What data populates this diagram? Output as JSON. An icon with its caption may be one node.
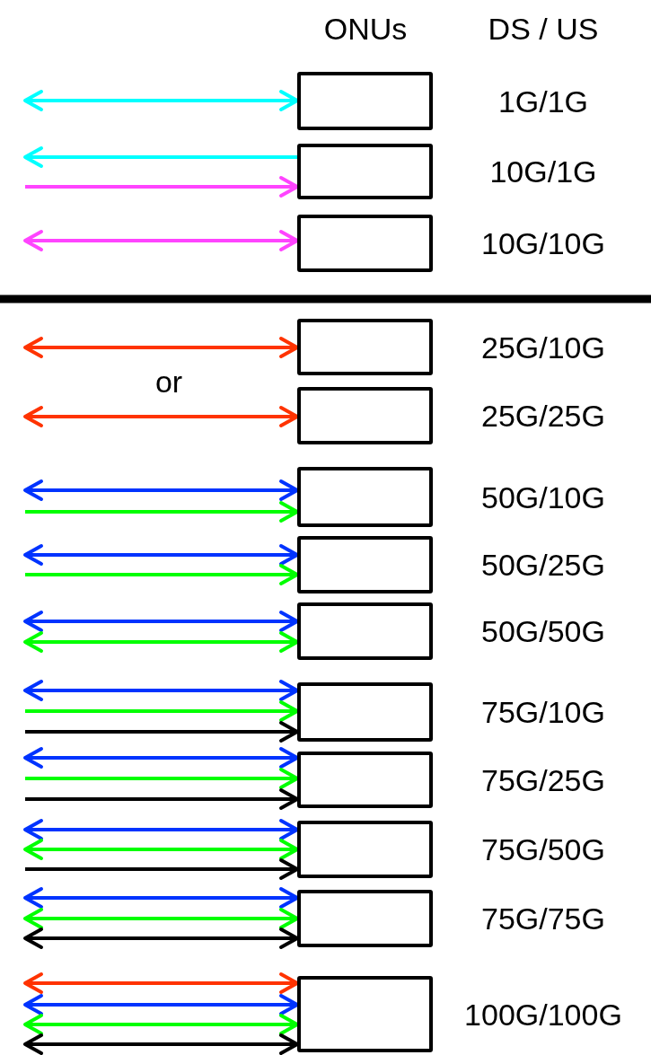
{
  "diagram": {
    "nodes": [
      {
        "text": [],
        "shape": "box",
        "beside": [
          "1G/1G"
        ]
      },
      {
        "text": [],
        "shape": "box",
        "beside": [
          "10G/1G"
        ]
      },
      {
        "text": [],
        "shape": "box",
        "beside": [
          "10G/10G"
        ]
      },
      {
        "text": [],
        "shape": "box",
        "beside": [
          "25G/10G"
        ]
      },
      {
        "text": [],
        "shape": "box",
        "beside": [
          "25G/25G"
        ]
      },
      {
        "text": [],
        "shape": "box",
        "beside": [
          "50G/10G"
        ]
      },
      {
        "text": [],
        "shape": "box",
        "beside": [
          "50G/25G"
        ]
      },
      {
        "text": [],
        "shape": "box",
        "beside": [
          "50G/50G"
        ]
      },
      {
        "text": [],
        "shape": "box",
        "beside": [
          "75G/10G"
        ]
      },
      {
        "text": [],
        "shape": "box",
        "beside": [
          "75G/25G"
        ]
      },
      {
        "text": [],
        "shape": "box",
        "beside": [
          "75G/50G"
        ]
      },
      {
        "text": [],
        "shape": "box",
        "beside": [
          "75G/75G"
        ]
      },
      {
        "text": [],
        "shape": "box",
        "beside": [
          "100G/100G"
        ]
      }
    ],
    "edges": [
      {
        "from": null,
        "to": 0,
        "arrow": "both",
        "color": "#00ffff"
      },
      {
        "from": 1,
        "to": null,
        "arrow": "to",
        "color": "#00ffff"
      },
      {
        "from": null,
        "to": 1,
        "arrow": "to",
        "color": "#ff44ff"
      },
      {
        "from": null,
        "to": 2,
        "arrow": "both",
        "color": "#ff44ff"
      },
      {
        "from": null,
        "to": 3,
        "arrow": "both",
        "color": "#ff3300"
      },
      {
        "from": null,
        "to": 4,
        "arrow": "both",
        "color": "#ff3300"
      },
      {
        "from": null,
        "to": 5,
        "arrow": "both",
        "color": "#0033ff"
      },
      {
        "from": null,
        "to": 5,
        "arrow": "to",
        "color": "#00ff00"
      },
      {
        "from": null,
        "to": 6,
        "arrow": "both",
        "color": "#0033ff"
      },
      {
        "from": null,
        "to": 6,
        "arrow": "to",
        "color": "#00ff00"
      },
      {
        "from": null,
        "to": 7,
        "arrow": "both",
        "color": "#0033ff"
      },
      {
        "from": null,
        "to": 7,
        "arrow": "both",
        "color": "#00ff00"
      },
      {
        "from": null,
        "to": 8,
        "arrow": "both",
        "color": "#0033ff"
      },
      {
        "from": null,
        "to": 8,
        "arrow": "to",
        "color": "#00ff00"
      },
      {
        "from": null,
        "to": 8,
        "arrow": "to",
        "color": "#000000"
      },
      {
        "from": null,
        "to": 9,
        "arrow": "both",
        "color": "#0033ff"
      },
      {
        "from": null,
        "to": 9,
        "arrow": "to",
        "color": "#00ff00"
      },
      {
        "from": null,
        "to": 9,
        "arrow": "to",
        "color": "#000000"
      },
      {
        "from": null,
        "to": 10,
        "arrow": "both",
        "color": "#0033ff"
      },
      {
        "from": null,
        "to": 10,
        "arrow": "both",
        "color": "#00ff00"
      },
      {
        "from": null,
        "to": 10,
        "arrow": "to",
        "color": "#000000"
      },
      {
        "from": null,
        "to": 11,
        "arrow": "both",
        "color": "#0033ff"
      },
      {
        "from": null,
        "to": 11,
        "arrow": "both",
        "color": "#00ff00"
      },
      {
        "from": null,
        "to": 11,
        "arrow": "both",
        "color": "#000000"
      },
      {
        "from": null,
        "to": 12,
        "arrow": "both",
        "color": "#ff3300"
      },
      {
        "from": null,
        "to": 12,
        "arrow": "both",
        "color": "#0033ff"
      },
      {
        "from": null,
        "to": 12,
        "arrow": "both",
        "color": "#00ff00"
      },
      {
        "from": null,
        "to": 12,
        "arrow": "both",
        "color": "#000000"
      }
    ],
    "labels": [
      "ONUs",
      "DS / US",
      "or"
    ]
  }
}
